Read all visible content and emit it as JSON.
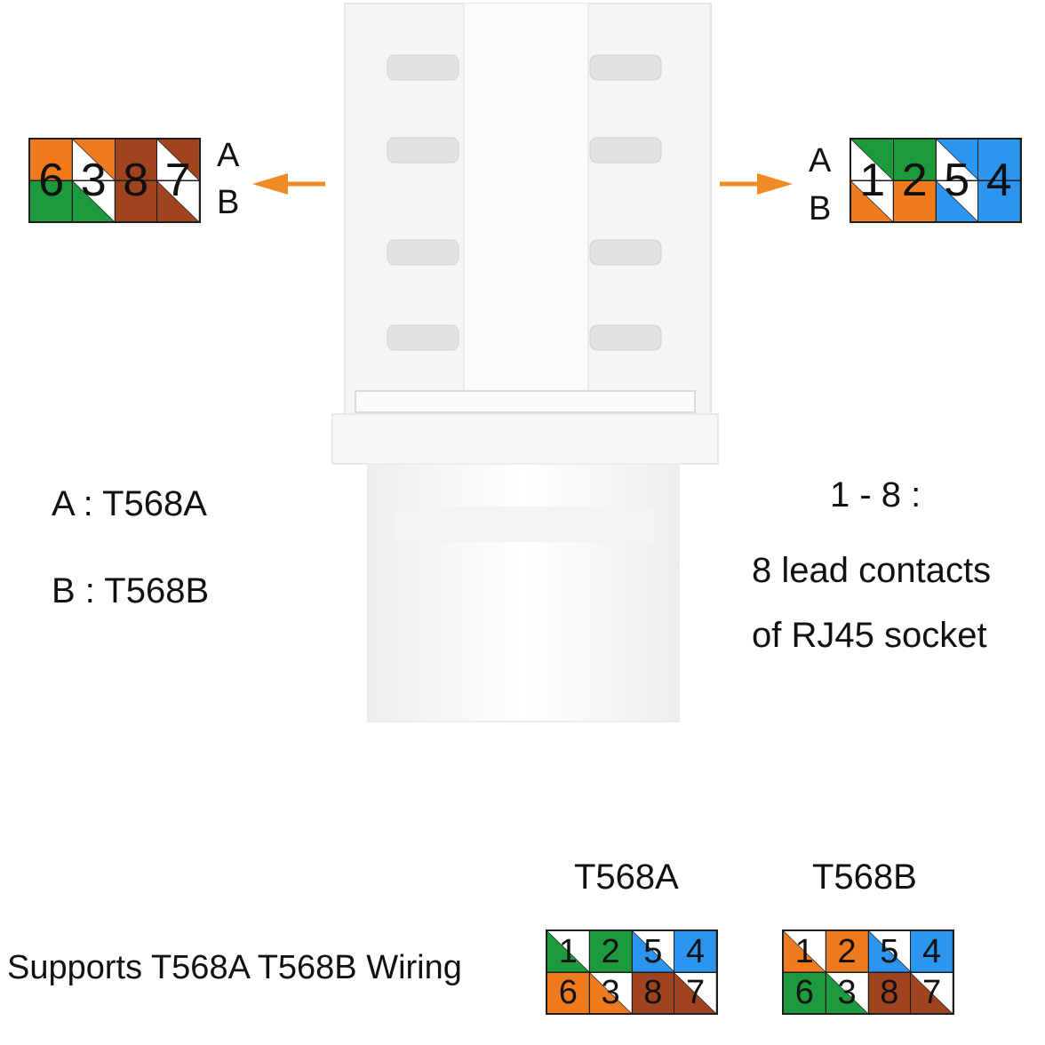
{
  "colors": {
    "orange": "#f07a1e",
    "green": "#1e9a3e",
    "blue": "#2b95f0",
    "brown": "#a0441f",
    "white": "#ffffff",
    "arrow": "#f08a24"
  },
  "left_panel": {
    "label_a": "A",
    "label_b": "B",
    "numbers": [
      "6",
      "3",
      "8",
      "7"
    ],
    "top_row": [
      "orange",
      "white-orange",
      "brown",
      "white-brown"
    ],
    "bottom_row": [
      "green",
      "white-green",
      "brown",
      "white-brown"
    ]
  },
  "right_panel": {
    "label_a": "A",
    "label_b": "B",
    "numbers": [
      "1",
      "2",
      "5",
      "4"
    ],
    "top_row": [
      "white-green",
      "green",
      "white-blue",
      "blue"
    ],
    "bottom_row": [
      "white-orange",
      "orange",
      "white-blue",
      "blue"
    ]
  },
  "legend": {
    "line_a": "A : T568A",
    "line_b": "B : T568B"
  },
  "contacts_note": {
    "line1": "1 - 8 :",
    "line2": "8 lead contacts",
    "line3": "of RJ45 socket"
  },
  "standards": {
    "caption": "Supports T568A T568B Wiring",
    "t568a": {
      "title": "T568A",
      "top": [
        {
          "num": "1",
          "color": "white-green"
        },
        {
          "num": "2",
          "color": "green"
        },
        {
          "num": "5",
          "color": "white-blue"
        },
        {
          "num": "4",
          "color": "blue"
        }
      ],
      "bottom": [
        {
          "num": "6",
          "color": "orange"
        },
        {
          "num": "3",
          "color": "white-orange"
        },
        {
          "num": "8",
          "color": "brown"
        },
        {
          "num": "7",
          "color": "white-brown"
        }
      ]
    },
    "t568b": {
      "title": "T568B",
      "top": [
        {
          "num": "1",
          "color": "white-orange"
        },
        {
          "num": "2",
          "color": "orange"
        },
        {
          "num": "5",
          "color": "white-blue"
        },
        {
          "num": "4",
          "color": "blue"
        }
      ],
      "bottom": [
        {
          "num": "6",
          "color": "green"
        },
        {
          "num": "3",
          "color": "white-green"
        },
        {
          "num": "8",
          "color": "brown"
        },
        {
          "num": "7",
          "color": "white-brown"
        }
      ]
    }
  }
}
